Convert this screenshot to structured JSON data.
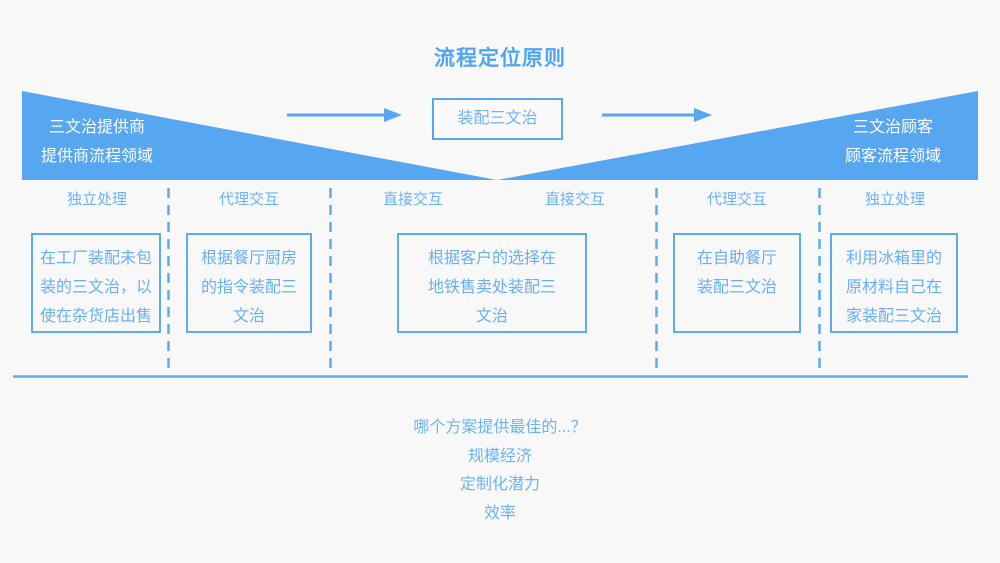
{
  "title": "流程定位原则",
  "colors": {
    "accent_blue": "#57a6f0",
    "text_blue": "#68aff2",
    "background": "#f8f8f8",
    "wedge_text": "#ffffff"
  },
  "top_flow": {
    "left_zone": {
      "name": "三文治提供商",
      "domain": "提供商流程领域",
      "text": "三文治提供商\n提供商流程领域"
    },
    "center_box": "装配三文治",
    "right_zone": {
      "name": "三文治顾客",
      "domain": "顾客流程领域",
      "text": "三文治顾客\n顾客流程领域"
    }
  },
  "interaction_labels": [
    "独立处理",
    "代理交互",
    "直接交互",
    "直接交互",
    "代理交互",
    "独立处理"
  ],
  "scenario_boxes": [
    "在工厂装配未包\n装的三文治，以\n使在杂货店出售",
    "根据餐厅厨房\n的指令装配三\n文治",
    "根据客户的选择在\n地铁售卖处装配三\n文治",
    "在自助餐厅\n装配三文治",
    "利用冰箱里的\n原材料自己在\n家装配三文治"
  ],
  "bottom": {
    "question": "哪个方案提供最佳的...？",
    "criteria": [
      "规模经济",
      "定制化潜力",
      "效率"
    ]
  }
}
